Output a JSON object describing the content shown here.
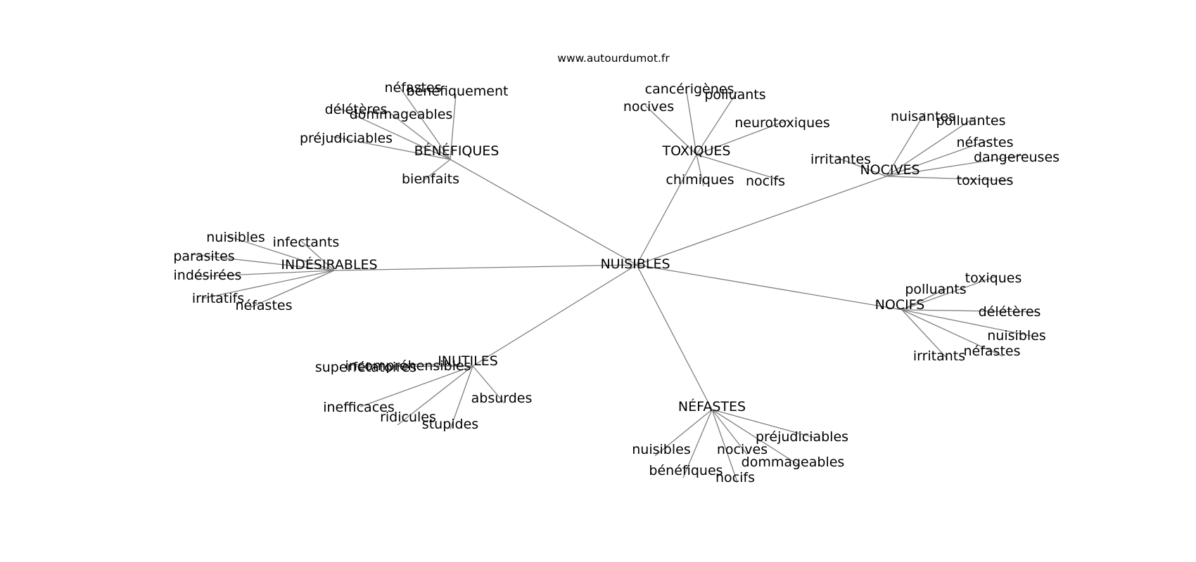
{
  "source": "www.autourdumot.fr",
  "center": "NUISIBLES",
  "hubs": [
    {
      "id": "benefiques",
      "label": "BÉNÉFIQUES",
      "words": [
        "néfastes",
        "bénéfiquement",
        "délétères",
        "dommageables",
        "préjudiciables",
        "bienfaits"
      ]
    },
    {
      "id": "toxiques",
      "label": "TOXIQUES",
      "words": [
        "cancérigènes",
        "polluants",
        "nocives",
        "neurotoxiques",
        "chimiques",
        "nocifs"
      ]
    },
    {
      "id": "nocives",
      "label": "NOCIVES",
      "words": [
        "nuisantes",
        "polluantes",
        "néfastes",
        "irritantes",
        "dangereuses",
        "toxiques"
      ]
    },
    {
      "id": "indesirables",
      "label": "INDÉSIRABLES",
      "words": [
        "nuisibles",
        "infectants",
        "parasites",
        "indésirées",
        "irritatifs",
        "néfastes"
      ]
    },
    {
      "id": "nocifs",
      "label": "NOCIFS",
      "words": [
        "toxiques",
        "polluants",
        "délétères",
        "nuisibles",
        "irritants",
        "néfastes"
      ]
    },
    {
      "id": "inutiles",
      "label": "INUTILES",
      "words": [
        "incompréhensibles",
        "superfétatoires",
        "absurdes",
        "inefficaces",
        "ridicules",
        "stupides"
      ]
    },
    {
      "id": "nefastes",
      "label": "NÉFASTES",
      "words": [
        "préjudiciables",
        "nuisibles",
        "nocives",
        "dommageables",
        "bénéfiques",
        "nocifs"
      ]
    }
  ]
}
